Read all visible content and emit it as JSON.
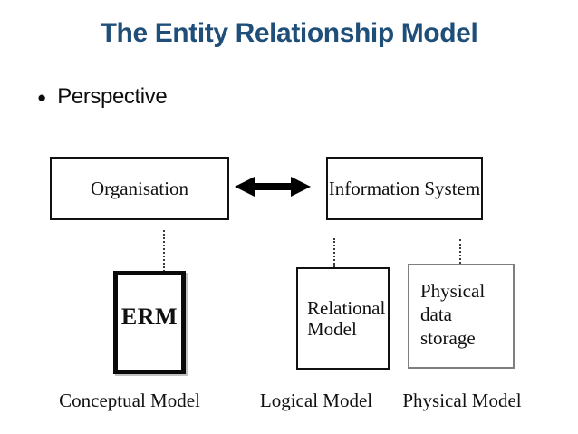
{
  "slide": {
    "title": "The Entity Relationship Model",
    "title_color": "#1F4E79",
    "bullet": {
      "marker": "●",
      "label": "Perspective"
    },
    "diagram": {
      "top_boxes": [
        {
          "id": "organisation",
          "label": "Organisation"
        },
        {
          "id": "information-system",
          "label": "Information System"
        }
      ],
      "arrow": {
        "type": "double-headed-horizontal",
        "color": "#000000"
      },
      "connectors": [
        {
          "from": "organisation",
          "to": "erm",
          "style": "dotted"
        },
        {
          "from": "information-system",
          "to": "relational-model",
          "style": "dotted"
        },
        {
          "from": "information-system",
          "to": "physical-data-storage",
          "style": "dotted"
        }
      ],
      "model_boxes": [
        {
          "id": "erm",
          "label": "ERM",
          "border": "thick-black"
        },
        {
          "id": "relational-model",
          "lines": [
            "Relational",
            "Model"
          ],
          "border": "thin-black"
        },
        {
          "id": "physical-data-storage",
          "lines": [
            "Physical",
            "data",
            "storage"
          ],
          "border": "thin-gray",
          "border_color": "#7f7f7f"
        }
      ],
      "bottom_labels": [
        "Conceptual Model",
        "Logical Model",
        "Physical Model"
      ]
    }
  }
}
